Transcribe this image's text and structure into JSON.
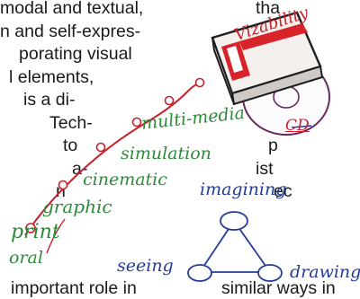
{
  "left_text": [
    "modal and textual,",
    "n and self-expres-",
    "porating visual",
    "l elements,",
    "is a di-",
    "Tech-",
    "to",
    "a-",
    "n"
  ],
  "right_text": [
    "tha",
    "p",
    "",
    "",
    "",
    "",
    "p",
    "ist",
    "ec"
  ],
  "bottom_left": "important role in",
  "bottom_right": "similar ways in",
  "sketch": {
    "box_label": "Vizability",
    "cd_label": "CD"
  },
  "media_levels": [
    "multi-media",
    "simulation",
    "cinematic",
    "graphic",
    "print",
    "oral"
  ],
  "triangle": {
    "top": "imagining",
    "left": "seeing",
    "right": "drawing"
  },
  "colors": {
    "green": "#2d8a3a",
    "red": "#c8212c",
    "blue": "#243c96"
  }
}
